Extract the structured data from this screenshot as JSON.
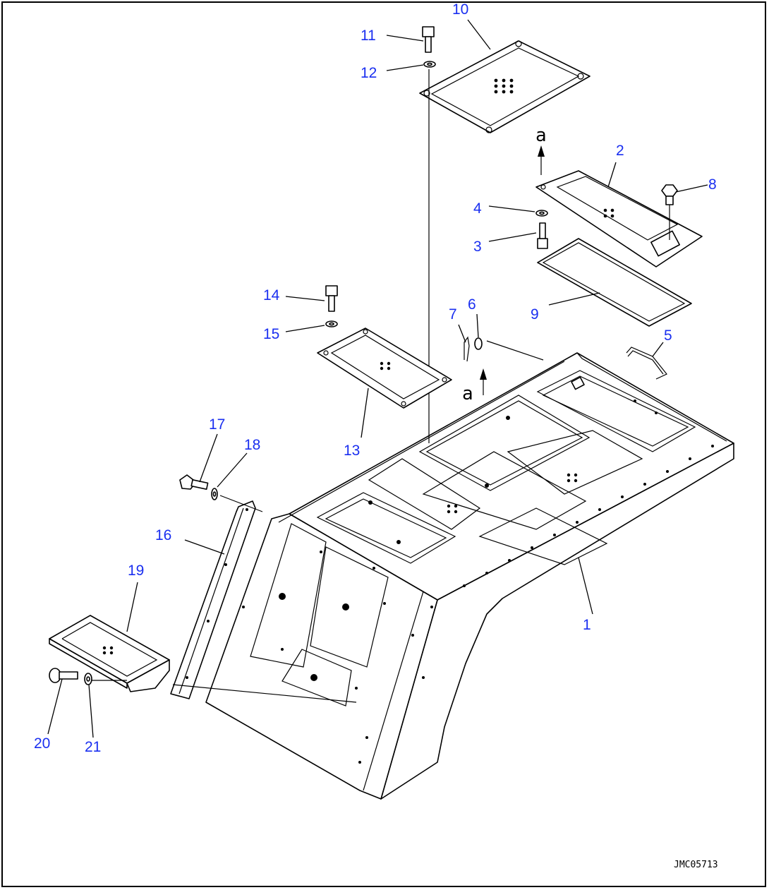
{
  "callouts": {
    "c1": "1",
    "c2": "2",
    "c3": "3",
    "c4": "4",
    "c5": "5",
    "c6": "6",
    "c7": "7",
    "c8": "8",
    "c9": "9",
    "c10": "10",
    "c11": "11",
    "c12": "12",
    "c13": "13",
    "c14": "14",
    "c15": "15",
    "c16": "16",
    "c17": "17",
    "c18": "18",
    "c19": "19",
    "c20": "20",
    "c21": "21"
  },
  "arrow_marks": {
    "upper": "a",
    "lower": "a"
  },
  "drawing_code": "JMC05713",
  "colors": {
    "callout": "#1a2ff0",
    "line": "#000000",
    "background": "#ffffff"
  }
}
